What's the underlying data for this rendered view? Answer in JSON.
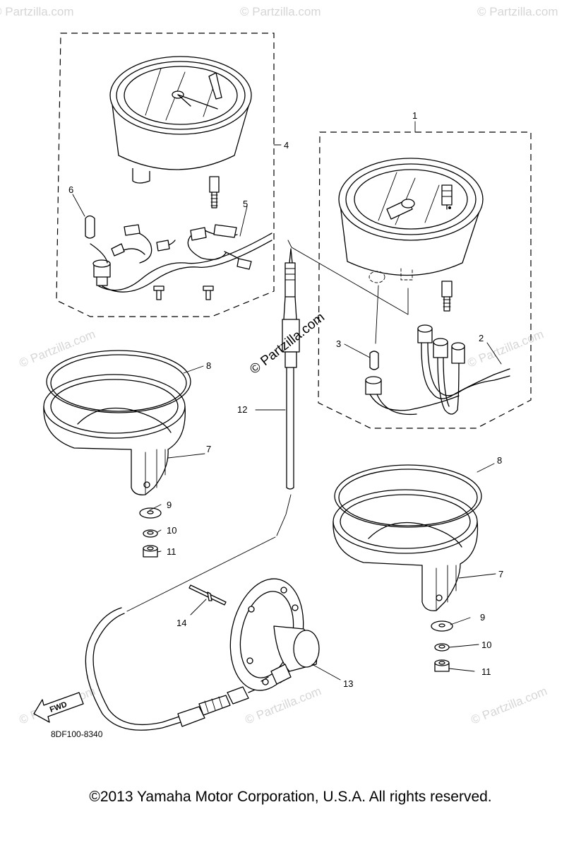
{
  "callouts": {
    "c1": "1",
    "c2": "2",
    "c3": "3",
    "c4": "4",
    "c5": "5",
    "c6": "6",
    "c7a": "7",
    "c7b": "7",
    "c8a": "8",
    "c8b": "8",
    "c9a": "9",
    "c9b": "9",
    "c10a": "10",
    "c10b": "10",
    "c11a": "11",
    "c11b": "11",
    "c12": "12",
    "c13": "13",
    "c14": "14"
  },
  "direction_label": "FWD",
  "diagram_code": "8DF100-8340",
  "watermark_center": "© Partzilla.com",
  "watermark_corner": "© Partzilla.com",
  "copyright": "©2013 Yamaha Motor Corporation, U.S.A. All rights reserved."
}
